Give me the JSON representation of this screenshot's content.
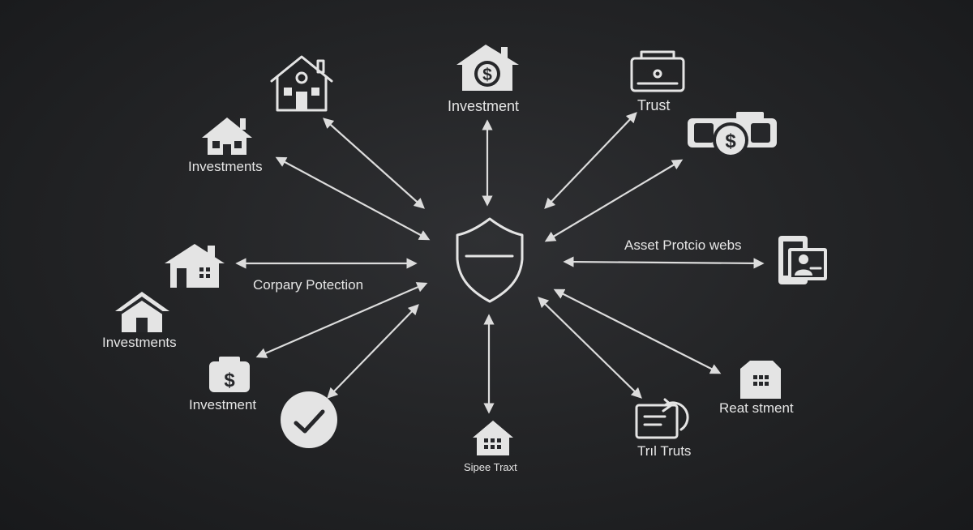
{
  "labels": {
    "top_left_investments": "Investments",
    "top_investment": "Investment",
    "top_right_trust": "Trust",
    "right_asset": "Asset Protcio webs",
    "center_left_company": "Corpary Potection",
    "left_investments": "Investments",
    "left_investment": "Investment",
    "bottom_center": "Sipee Traxt",
    "bottom_right_trusts": "Trıl Truts",
    "right_real_estate": "Reat stment"
  },
  "icons": {
    "center": "shield-icon",
    "house_large": "house-icon",
    "house_top_left": "house-icon",
    "house_money": "house-dollar-icon",
    "trust_safe": "safe-icon",
    "money_stack": "money-stack-icon",
    "id_card": "id-card-icon",
    "house_left": "house-icon",
    "house_left_small": "house-icon",
    "money_bag": "money-bag-icon",
    "check_circle": "check-circle-icon",
    "house_bottom": "house-icon",
    "document_link": "document-link-icon",
    "building": "building-icon"
  },
  "colors": {
    "background": "#232427",
    "foreground": "#e4e4e4"
  }
}
